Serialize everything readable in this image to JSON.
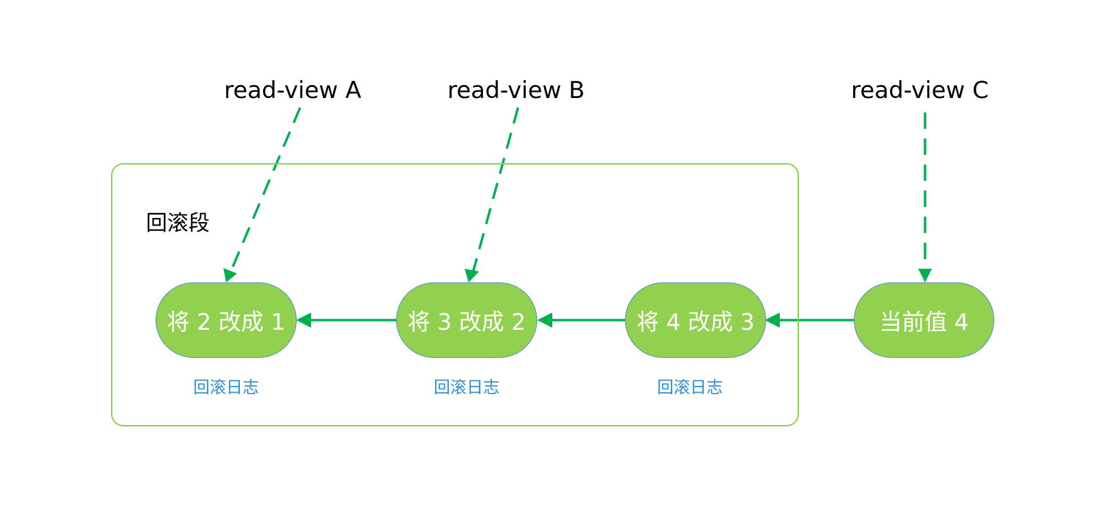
{
  "read_views": [
    {
      "label": "read-view A"
    },
    {
      "label": "read-view B"
    },
    {
      "label": "read-view C"
    }
  ],
  "rollback_segment": {
    "title": "回滚段"
  },
  "nodes": [
    {
      "label": "将 2 改成 1",
      "caption": "回滚日志"
    },
    {
      "label": "将 3 改成 2",
      "caption": "回滚日志"
    },
    {
      "label": "将 4 改成 3",
      "caption": "回滚日志"
    },
    {
      "label": "当前值 4"
    }
  ],
  "colors": {
    "arrow": "#00b050",
    "node_fill": "#92d050",
    "box_border": "#8dd04a",
    "caption": "#2f8fd0"
  }
}
